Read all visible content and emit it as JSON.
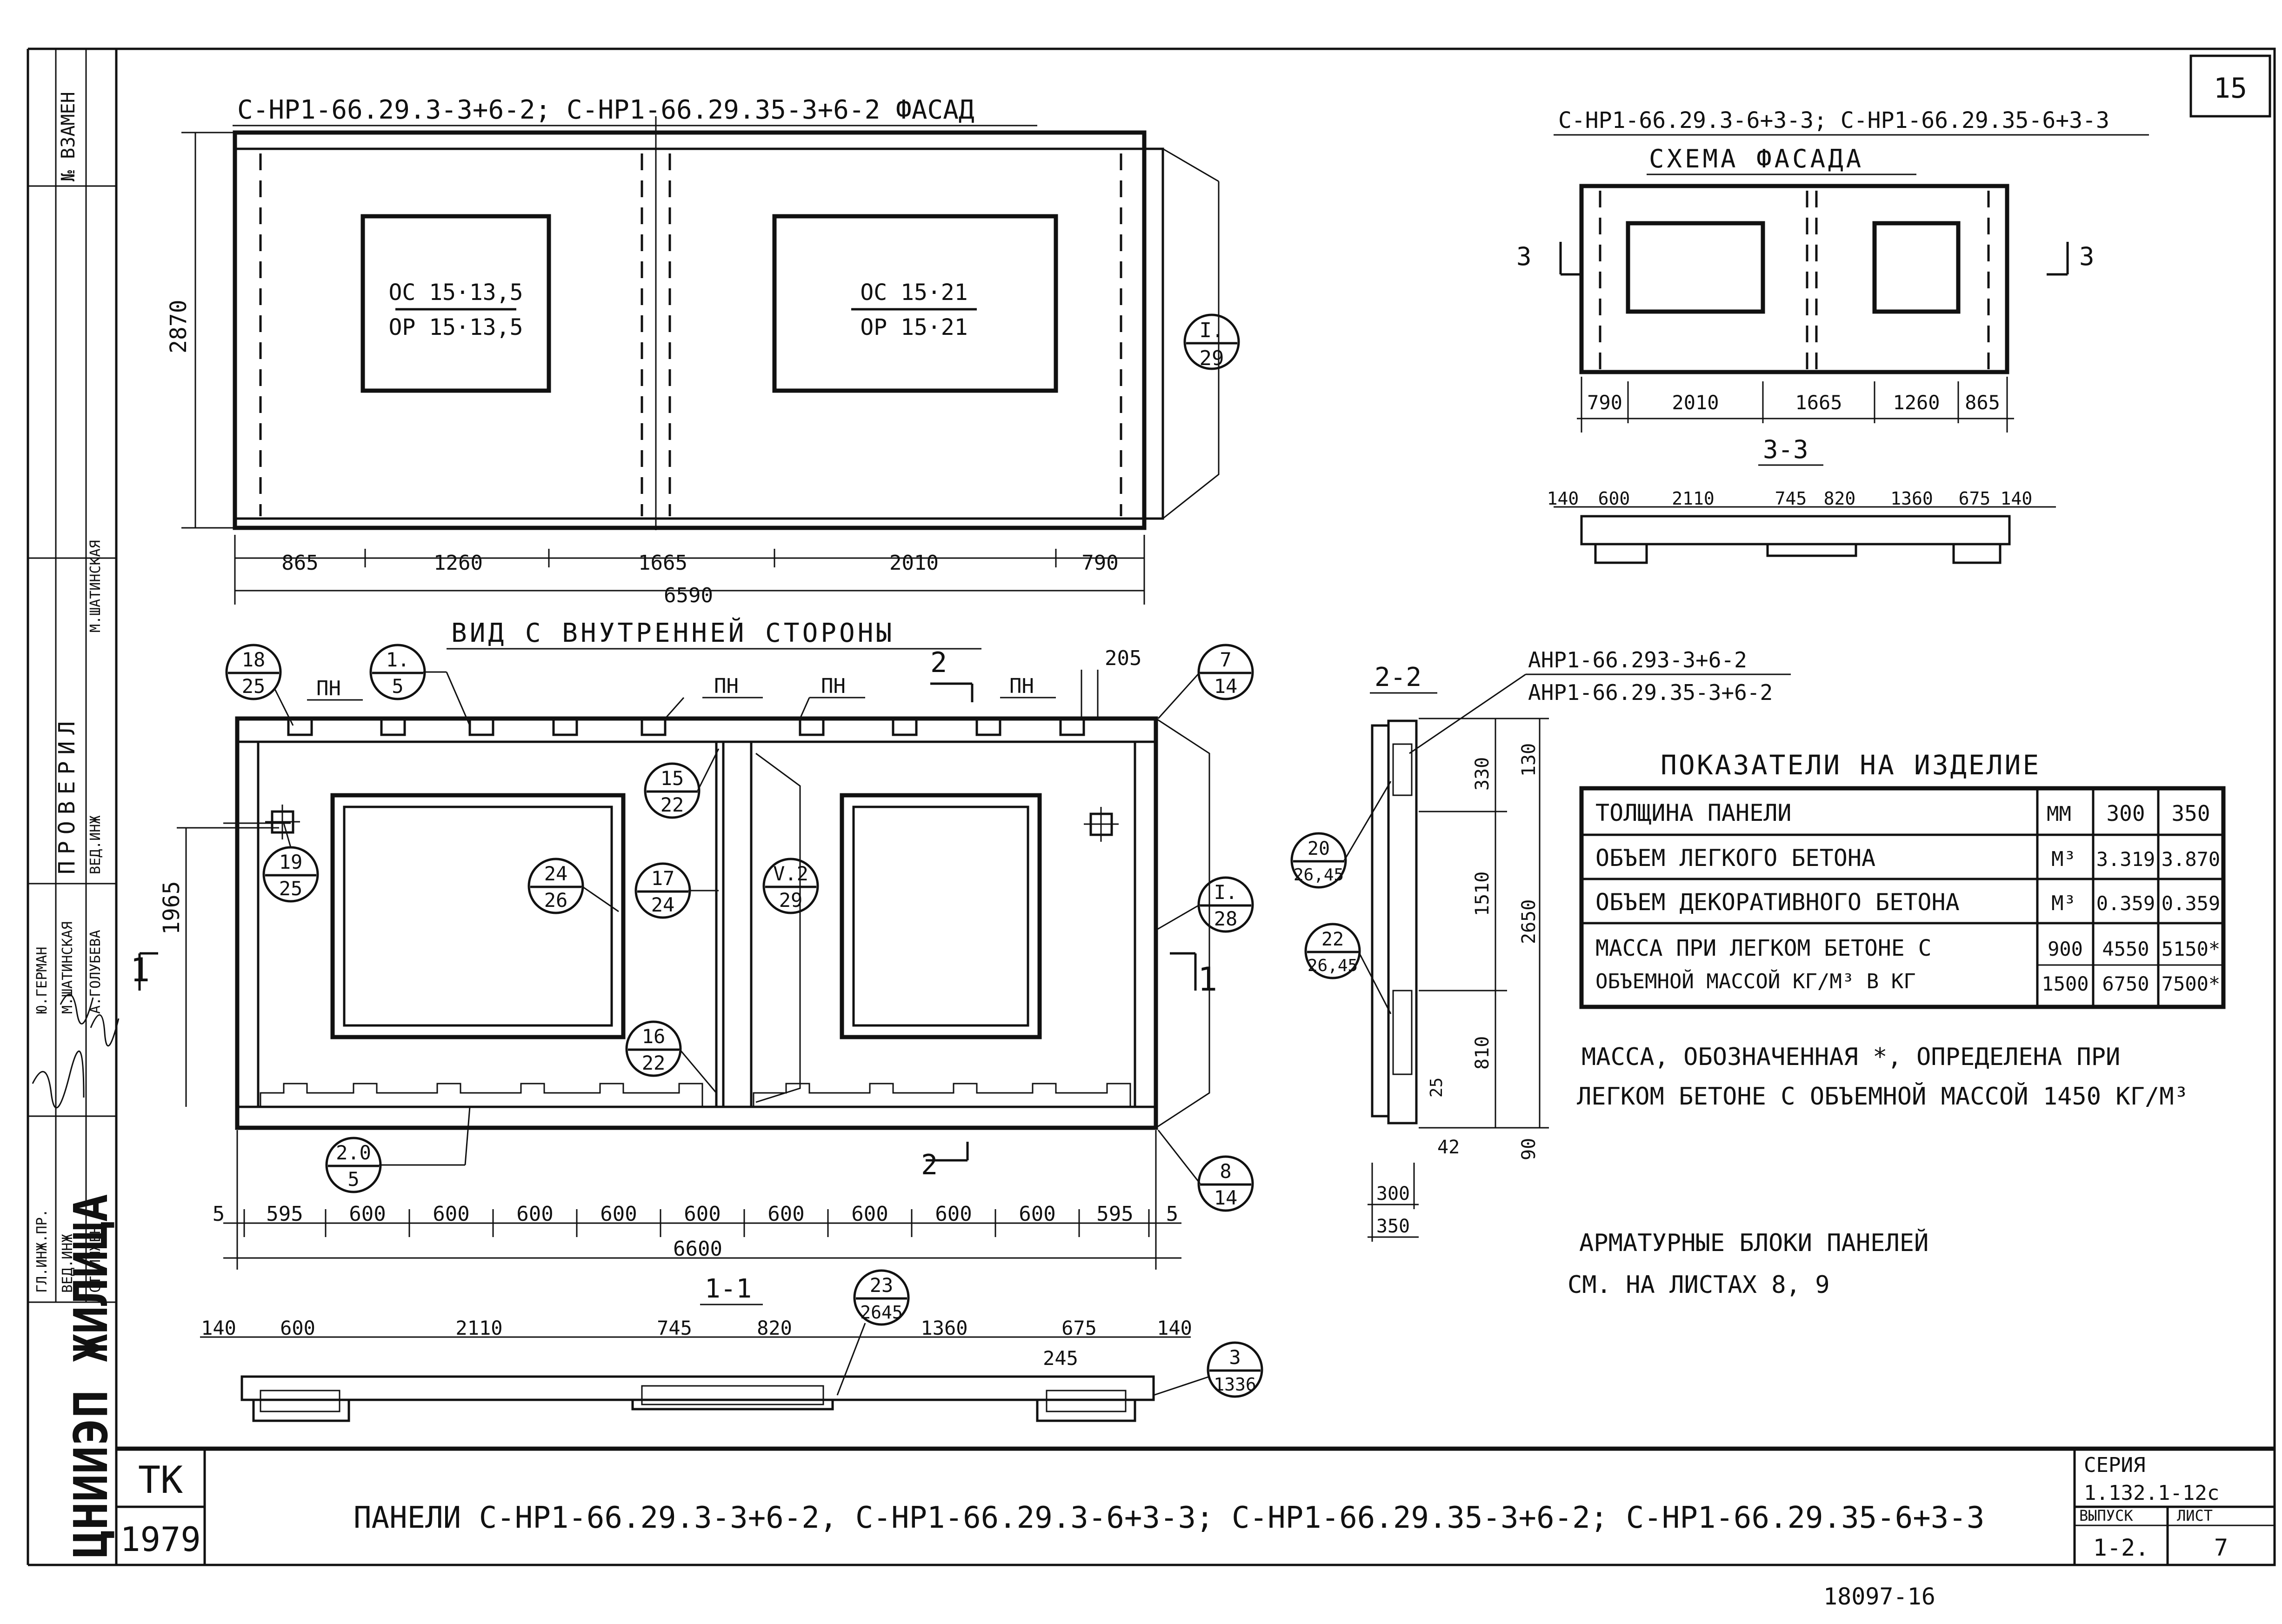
{
  "sheet": {
    "sheet_corner_number": "15",
    "series_label": "СЕРИЯ",
    "series_value": "1.132.1-12с",
    "issue_label": "ВЫПУСК",
    "issue_value": "1-2.",
    "list_label": "ЛИСТ",
    "list_value": "7",
    "tk_label": "ТК",
    "year": "1979",
    "org_vertical": "ЦНИИЭП ЖИЛИЩА",
    "org_line": "ЖИЛИЩА",
    "title_main": "ПАНЕЛИ  С-НР1-66.29.3-3+6-2, С-НР1-66.29.3-6+3-3; С-НР1-66.29.35-3+6-2; С-НР1-66.29.35-6+3-3",
    "margin_vzamen": "№ ВЗАМЕН",
    "proverial": "ПРОВЕРИЛ",
    "roles": [
      "ГЛ.ИНЖ.ПР.",
      "ВЕД.ИНЖ",
      "СТ.ИНЖЕН"
    ],
    "names": [
      "Ю.ГЕРМАН",
      "М.ШАТИНСКАЯ",
      "А.ГОЛУБЕВА"
    ],
    "checkers": [
      "ВЕД.ИНЖ",
      "М.ШАТИНСКАЯ"
    ]
  },
  "facade": {
    "title": "С-НР1-66.29.3-3+6-2; С-НР1-66.29.35-3+6-2  ФАСАД",
    "height": "2870",
    "window1_top": "ОС 15·13,5",
    "window1_bottom": "ОР 15·13,5",
    "window2_top": "ОС 15·21",
    "window2_bottom": "ОР 15·21",
    "callout_top": "I.",
    "callout_bottom": "29",
    "dims": [
      "865",
      "1260",
      "1665",
      "2010",
      "790"
    ],
    "total": "6590"
  },
  "scheme": {
    "title_line": "С-НР1-66.29.3-6+3-3;  С-НР1-66.29.35-6+3-3",
    "title": "СХЕМА  ФАСАДА",
    "section_mark": "3",
    "dims": [
      "790",
      "2010",
      "1665",
      "1260",
      "865"
    ],
    "section_title": "3-3",
    "section_dims": [
      "140",
      "600",
      "2110",
      "745",
      "820",
      "1360",
      "675",
      "140"
    ]
  },
  "inner": {
    "title": "ВИД  С ВНУТРЕННЕЙ  СТОРОНЫ",
    "pn": "ПН",
    "dim_205": "205",
    "section_mark_2": "2",
    "section_mark_1": "1",
    "height": "1965",
    "dims": [
      "5",
      "595",
      "600",
      "600",
      "600",
      "600",
      "600",
      "600",
      "600",
      "600",
      "600",
      "595",
      "5"
    ],
    "total": "6600",
    "callouts": [
      {
        "t": "18",
        "b": "25"
      },
      {
        "t": "1.",
        "b": "5"
      },
      {
        "t": "7",
        "b": "14"
      },
      {
        "t": "15",
        "b": "22"
      },
      {
        "t": "19",
        "b": "25"
      },
      {
        "t": "24",
        "b": "26"
      },
      {
        "t": "17",
        "b": "24"
      },
      {
        "t": "V.2",
        "b": "29"
      },
      {
        "t": "I.",
        "b": "28"
      },
      {
        "t": "16",
        "b": "22"
      },
      {
        "t": "2.0",
        "b": "5"
      },
      {
        "t": "8",
        "b": "14"
      }
    ]
  },
  "section11": {
    "title": "1-1",
    "dims": [
      "140",
      "600",
      "2110",
      "745",
      "820",
      "1360",
      "675",
      "140"
    ],
    "dim_245": "245",
    "callout_a_top": "23",
    "callout_a_bottom": "2645",
    "callout_b_top": "3",
    "callout_b_bottom": "1336"
  },
  "section22": {
    "title": "2-2",
    "label1": "АНР1-66.293-3+6-2",
    "label2": "АНР1-66.29.35-3+6-2",
    "dims_v": [
      "130",
      "330",
      "1510",
      "2650",
      "810",
      "25",
      "90"
    ],
    "dim_42": "42",
    "dim_300": "300",
    "dim_350": "350",
    "callout1_top": "20",
    "callout1_bottom": "26,45",
    "callout2_top": "22",
    "callout2_bottom": "26,45"
  },
  "indicators": {
    "title": "ПОКАЗАТЕЛИ НА ИЗДЕЛИЕ",
    "rows": [
      {
        "name": "ТОЛЩИНА  ПАНЕЛИ",
        "unit": "ММ",
        "sub": "",
        "v1": "300",
        "v2": "350"
      },
      {
        "name": "ОБЪЕМ  ЛЕГКОГО  БЕТОНА",
        "unit": "М³",
        "sub": "",
        "v1": "3.319",
        "v2": "3.870"
      },
      {
        "name": "ОБЪЕМ  ДЕКОРАТИВНОГО  БЕТОНА",
        "unit": "М³",
        "sub": "",
        "v1": "0.359",
        "v2": "0.359"
      },
      {
        "name": "МАССА  ПРИ  ЛЕГКОМ  БЕТОНЕ С",
        "unit": "",
        "sub": "900",
        "v1": "4550",
        "v2": "5150*"
      },
      {
        "name": "ОБЪЕМНОЙ  МАССОЙ  КГ/М³ В КГ",
        "unit": "",
        "sub": "1500",
        "v1": "6750",
        "v2": "7500*"
      }
    ],
    "note1": "МАССА, ОБОЗНАЧЕННАЯ *, ОПРЕДЕЛЕНА  ПРИ",
    "note2": "ЛЕГКОМ  БЕТОНЕ  С ОБЪЕМНОЙ  МАССОЙ  1450 КГ/М³",
    "note3": "АРМАТУРНЫЕ  БЛОКИ  ПАНЕЛЕЙ",
    "note4": "СМ. НА  ЛИСТАХ  8, 9"
  },
  "footer_stamp": "18097-16"
}
